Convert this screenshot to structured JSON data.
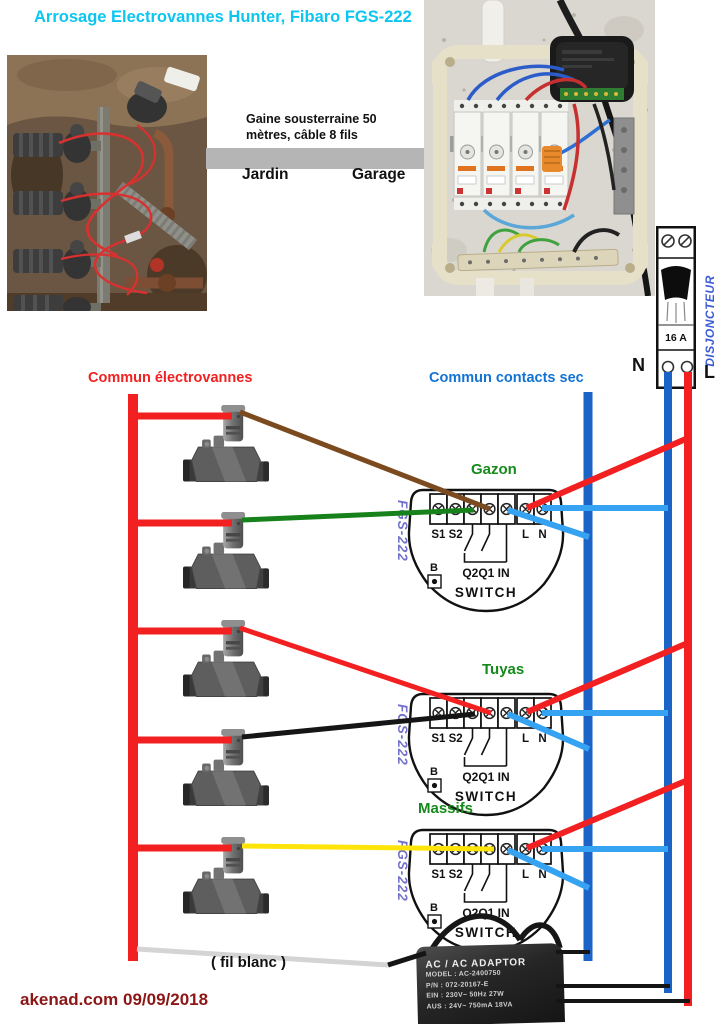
{
  "title": "Arrosage Electrovannes Hunter, Fibaro FGS-222",
  "gaine": {
    "line1": "Gaine sousterraine 50",
    "line2": "mètres, câble 8 fils",
    "left_place": "Jardin",
    "right_place": "Garage"
  },
  "disjoncteur": {
    "label": "DISJONCTEUR",
    "rating": "16 A",
    "neutral": "N",
    "phase": "L"
  },
  "commun": {
    "electrovannes": "Commun électrovannes",
    "contacts": "Commun contacts sec"
  },
  "zones": [
    "Gazon",
    "Tuyas",
    "Massifs"
  ],
  "switch_module": {
    "model": "FGS-222",
    "s1s2": "S1 S2",
    "q_label": "Q2Q1 IN",
    "b": "B",
    "switch_label": "SWITCH",
    "l": "L",
    "n": "N"
  },
  "adaptor": {
    "title": "AC / AC ADAPTOR",
    "model": "MODEL : AC-2400750",
    "part": "P/N      : 072-20167-E",
    "input": "EIN      : 230V~ 50Hz  27W",
    "output": "AUS     : 24V~ 750mA  18VA"
  },
  "fil_blanc": "( fil blanc )",
  "footer": "akenad.com 09/09/2018",
  "colors": {
    "title": "#0cc6f0",
    "red": "#f22020",
    "blue_label": "#1273d4",
    "dark_blue": "#1c63c8",
    "light_blue": "#35a2f2",
    "green_label": "#168a1a",
    "green_wire": "#17821b",
    "brown": "#7b4a1e",
    "yellow": "#ffe409",
    "black": "#151515",
    "gray_wire": "#d4d4d4",
    "fgs": "#7272cc",
    "disjoncteur": "#3b5bd6",
    "footer": "#8c1616"
  },
  "wires": [
    {
      "name": "commun-electrovannes-line",
      "color": "#f22020",
      "width": 10,
      "points": [
        [
          133,
          394
        ],
        [
          133,
          961
        ]
      ]
    },
    {
      "name": "commun-contacts-line",
      "color": "#1c63c8",
      "width": 9,
      "points": [
        [
          588,
          392
        ],
        [
          588,
          961
        ]
      ]
    },
    {
      "name": "neutral-line",
      "color": "#1c63c8",
      "width": 8,
      "points": [
        [
          668,
          372
        ],
        [
          668,
          993
        ]
      ]
    },
    {
      "name": "phase-line",
      "color": "#f22020",
      "width": 8,
      "points": [
        [
          688,
          372
        ],
        [
          688,
          1006
        ]
      ]
    },
    {
      "name": "valve1-commun",
      "color": "#f22020",
      "width": 7,
      "points": [
        [
          133,
          416
        ],
        [
          232,
          416
        ]
      ]
    },
    {
      "name": "valve2-commun",
      "color": "#f22020",
      "width": 7,
      "points": [
        [
          133,
          523
        ],
        [
          232,
          523
        ]
      ]
    },
    {
      "name": "valve3-commun",
      "color": "#f22020",
      "width": 7,
      "points": [
        [
          133,
          631
        ],
        [
          232,
          631
        ]
      ]
    },
    {
      "name": "valve4-commun",
      "color": "#f22020",
      "width": 7,
      "points": [
        [
          133,
          740
        ],
        [
          232,
          740
        ]
      ]
    },
    {
      "name": "valve5-commun",
      "color": "#f22020",
      "width": 7,
      "points": [
        [
          133,
          848
        ],
        [
          232,
          848
        ]
      ]
    },
    {
      "name": "valve1-q1-brown",
      "color": "#7b4a1e",
      "width": 5,
      "points": [
        [
          240,
          412
        ],
        [
          490,
          509
        ]
      ]
    },
    {
      "name": "valve2-q2-green",
      "color": "#17821b",
      "width": 5,
      "points": [
        [
          242,
          520
        ],
        [
          474,
          510
        ]
      ]
    },
    {
      "name": "valve3-q1-red",
      "color": "#f22020",
      "width": 5,
      "points": [
        [
          240,
          628
        ],
        [
          491,
          713
        ]
      ]
    },
    {
      "name": "valve4-q2-black",
      "color": "#151515",
      "width": 5,
      "points": [
        [
          242,
          737
        ],
        [
          475,
          714
        ]
      ]
    },
    {
      "name": "valve5-q1-yellow",
      "color": "#ffe409",
      "width": 5,
      "points": [
        [
          242,
          846
        ],
        [
          494,
          849
        ]
      ]
    },
    {
      "name": "switch1-L-phase",
      "color": "#f22020",
      "width": 6,
      "points": [
        [
          527,
          508
        ],
        [
          688,
          438
        ]
      ]
    },
    {
      "name": "switch2-L-phase",
      "color": "#f22020",
      "width": 6,
      "points": [
        [
          527,
          712
        ],
        [
          690,
          642
        ]
      ]
    },
    {
      "name": "switch3-L-phase",
      "color": "#f22020",
      "width": 6,
      "points": [
        [
          527,
          848
        ],
        [
          688,
          780
        ]
      ]
    },
    {
      "name": "switch1-N-neutral",
      "color": "#35a2f2",
      "width": 6,
      "points": [
        [
          542,
          508
        ],
        [
          668,
          508
        ]
      ]
    },
    {
      "name": "switch2-N-neutral",
      "color": "#35a2f2",
      "width": 6,
      "points": [
        [
          542,
          713
        ],
        [
          668,
          713
        ]
      ]
    },
    {
      "name": "switch3-N-neutral",
      "color": "#35a2f2",
      "width": 6,
      "points": [
        [
          542,
          849
        ],
        [
          668,
          849
        ]
      ]
    },
    {
      "name": "switch1-IN-commun",
      "color": "#35a2f2",
      "width": 6,
      "points": [
        [
          508,
          510
        ],
        [
          589,
          537
        ]
      ]
    },
    {
      "name": "switch2-IN-commun",
      "color": "#35a2f2",
      "width": 6,
      "points": [
        [
          508,
          714
        ],
        [
          589,
          749
        ]
      ]
    },
    {
      "name": "switch3-IN-commun",
      "color": "#35a2f2",
      "width": 6,
      "points": [
        [
          508,
          850
        ],
        [
          589,
          888
        ]
      ]
    },
    {
      "name": "fil-blanc",
      "color": "#d4d4d4",
      "width": 5,
      "points": [
        [
          137,
          949
        ],
        [
          388,
          965
        ]
      ]
    },
    {
      "name": "fil-blanc-to-adaptor",
      "color": "#151515",
      "width": 5,
      "points": [
        [
          388,
          965
        ],
        [
          426,
          953
        ]
      ]
    },
    {
      "name": "adaptor-to-commun",
      "color": "#151515",
      "width": 4,
      "points": [
        [
          556,
          952
        ],
        [
          590,
          952
        ]
      ]
    },
    {
      "name": "adaptor-to-neutral",
      "color": "#151515",
      "width": 4,
      "points": [
        [
          556,
          986
        ],
        [
          670,
          986
        ]
      ]
    },
    {
      "name": "adaptor-to-phase",
      "color": "#151515",
      "width": 4,
      "points": [
        [
          556,
          1001
        ],
        [
          690,
          1001
        ]
      ]
    }
  ]
}
